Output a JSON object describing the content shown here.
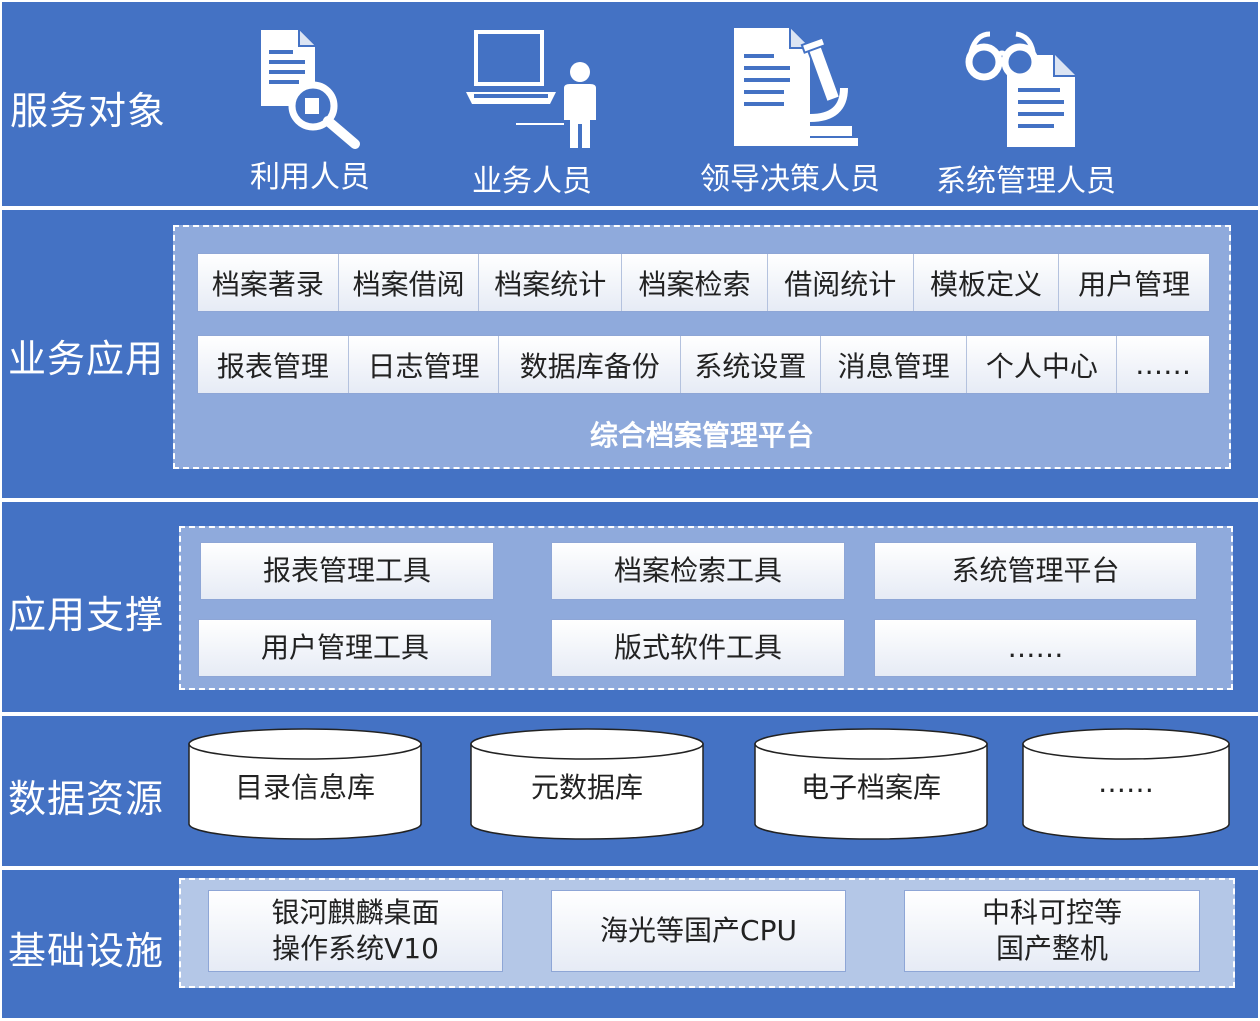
{
  "layers": [
    {
      "label": "服务对象"
    },
    {
      "label": "业务应用"
    },
    {
      "label": "应用支撑"
    },
    {
      "label": "数据资源"
    },
    {
      "label": "基础设施"
    }
  ],
  "service_objects": [
    {
      "label": "利用人员",
      "icon": "document-magnifier-icon"
    },
    {
      "label": "业务人员",
      "icon": "laptop-user-icon"
    },
    {
      "label": "领导决策人员",
      "icon": "document-microscope-icon"
    },
    {
      "label": "系统管理人员",
      "icon": "glasses-document-icon"
    }
  ],
  "business_apps": {
    "row1": [
      "档案著录",
      "档案借阅",
      "档案统计",
      "档案检索",
      "借阅统计",
      "模板定义",
      "用户管理"
    ],
    "row2": [
      "报表管理",
      "日志管理",
      "数据库备份",
      "系统设置",
      "消息管理",
      "个人中心",
      "……"
    ],
    "platform_label": "综合档案管理平台"
  },
  "app_support": [
    "报表管理工具",
    "档案检索工具",
    "系统管理平台",
    "用户管理工具",
    "版式软件工具",
    "……"
  ],
  "data_resources": [
    "目录信息库",
    "元数据库",
    "电子档案库",
    "……"
  ],
  "infrastructure": [
    {
      "line1": "银河麒麟桌面",
      "line2": "操作系统V10"
    },
    {
      "line1": "海光等国产CPU",
      "line2": ""
    },
    {
      "line1": "中科可控等",
      "line2": "国产整机"
    }
  ],
  "colors": {
    "band": "#4472c4",
    "panel_light": "#8faadc",
    "panel_infra": "#b4c7e7",
    "box_border": "#8ea6d6"
  }
}
